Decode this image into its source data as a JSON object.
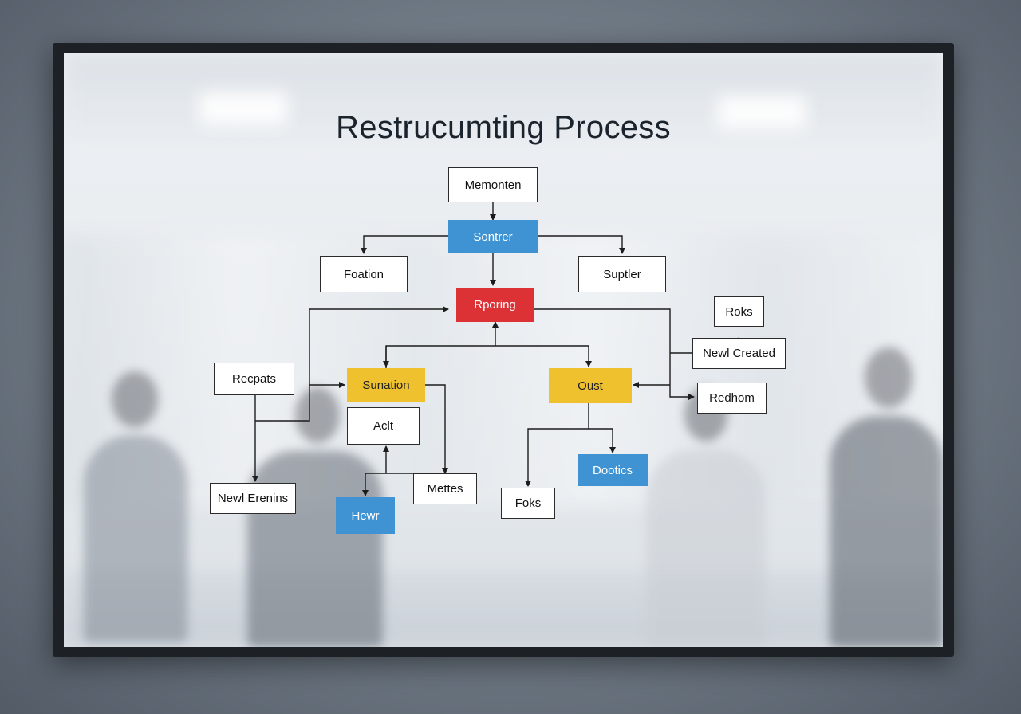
{
  "diagram": {
    "title": "Restrucumting Process",
    "nodes": {
      "memonten": "Memonten",
      "sontrer": "Sontrer",
      "foation": "Foation",
      "suptler": "Suptler",
      "rporing": "Rporing",
      "roks": "Roks",
      "newl_created": "Newl Created",
      "recpats": "Recpats",
      "sunation": "Sunation",
      "oust": "Oust",
      "redhom": "Redhom",
      "aclt": "Aclt",
      "dootics": "Dootics",
      "newl_erenins": "Newl Erenins",
      "mettes": "Mettes",
      "foks": "Foks",
      "hewr": "Hewr"
    },
    "colors": {
      "blue": "#3f93d2",
      "red": "#dc3236",
      "yellow": "#f0c12e",
      "white": "#ffffff"
    }
  }
}
